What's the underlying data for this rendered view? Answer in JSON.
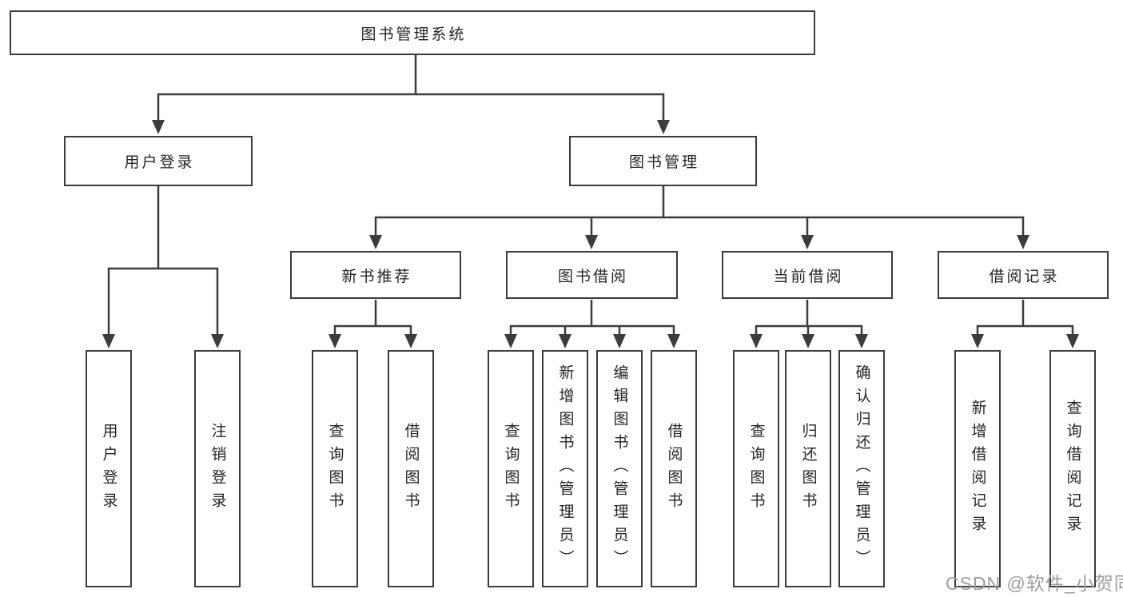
{
  "diagram": {
    "title_node": {
      "label": "图书管理系统"
    },
    "level1": [
      {
        "label": "用户登录"
      },
      {
        "label": "图书管理"
      }
    ],
    "level2": [
      {
        "label": "新书推荐"
      },
      {
        "label": "图书借阅"
      },
      {
        "label": "当前借阅"
      },
      {
        "label": "借阅记录"
      }
    ],
    "leaves": {
      "user_login": [
        {
          "label": "用户登录"
        },
        {
          "label": "注销登录"
        }
      ],
      "new_book_recommend": [
        {
          "label": "查询图书"
        },
        {
          "label": "借阅图书"
        }
      ],
      "book_borrow": [
        {
          "label": "查询图书"
        },
        {
          "label": "新增图书（管理员）"
        },
        {
          "label": "编辑图书（管理员）"
        },
        {
          "label": "借阅图书"
        }
      ],
      "current_borrow": [
        {
          "label": "查询图书"
        },
        {
          "label": "归还图书"
        },
        {
          "label": "确认归还（管理员）"
        }
      ],
      "borrow_record": [
        {
          "label": "新增借阅记录"
        },
        {
          "label": "查询借阅记录"
        }
      ]
    },
    "watermark": "CSDN @软件_小贺同学",
    "colors": {
      "line": "#3c3c3c",
      "text": "#252525",
      "watermark": "#9d9d9d",
      "background": "#ffffff"
    }
  }
}
